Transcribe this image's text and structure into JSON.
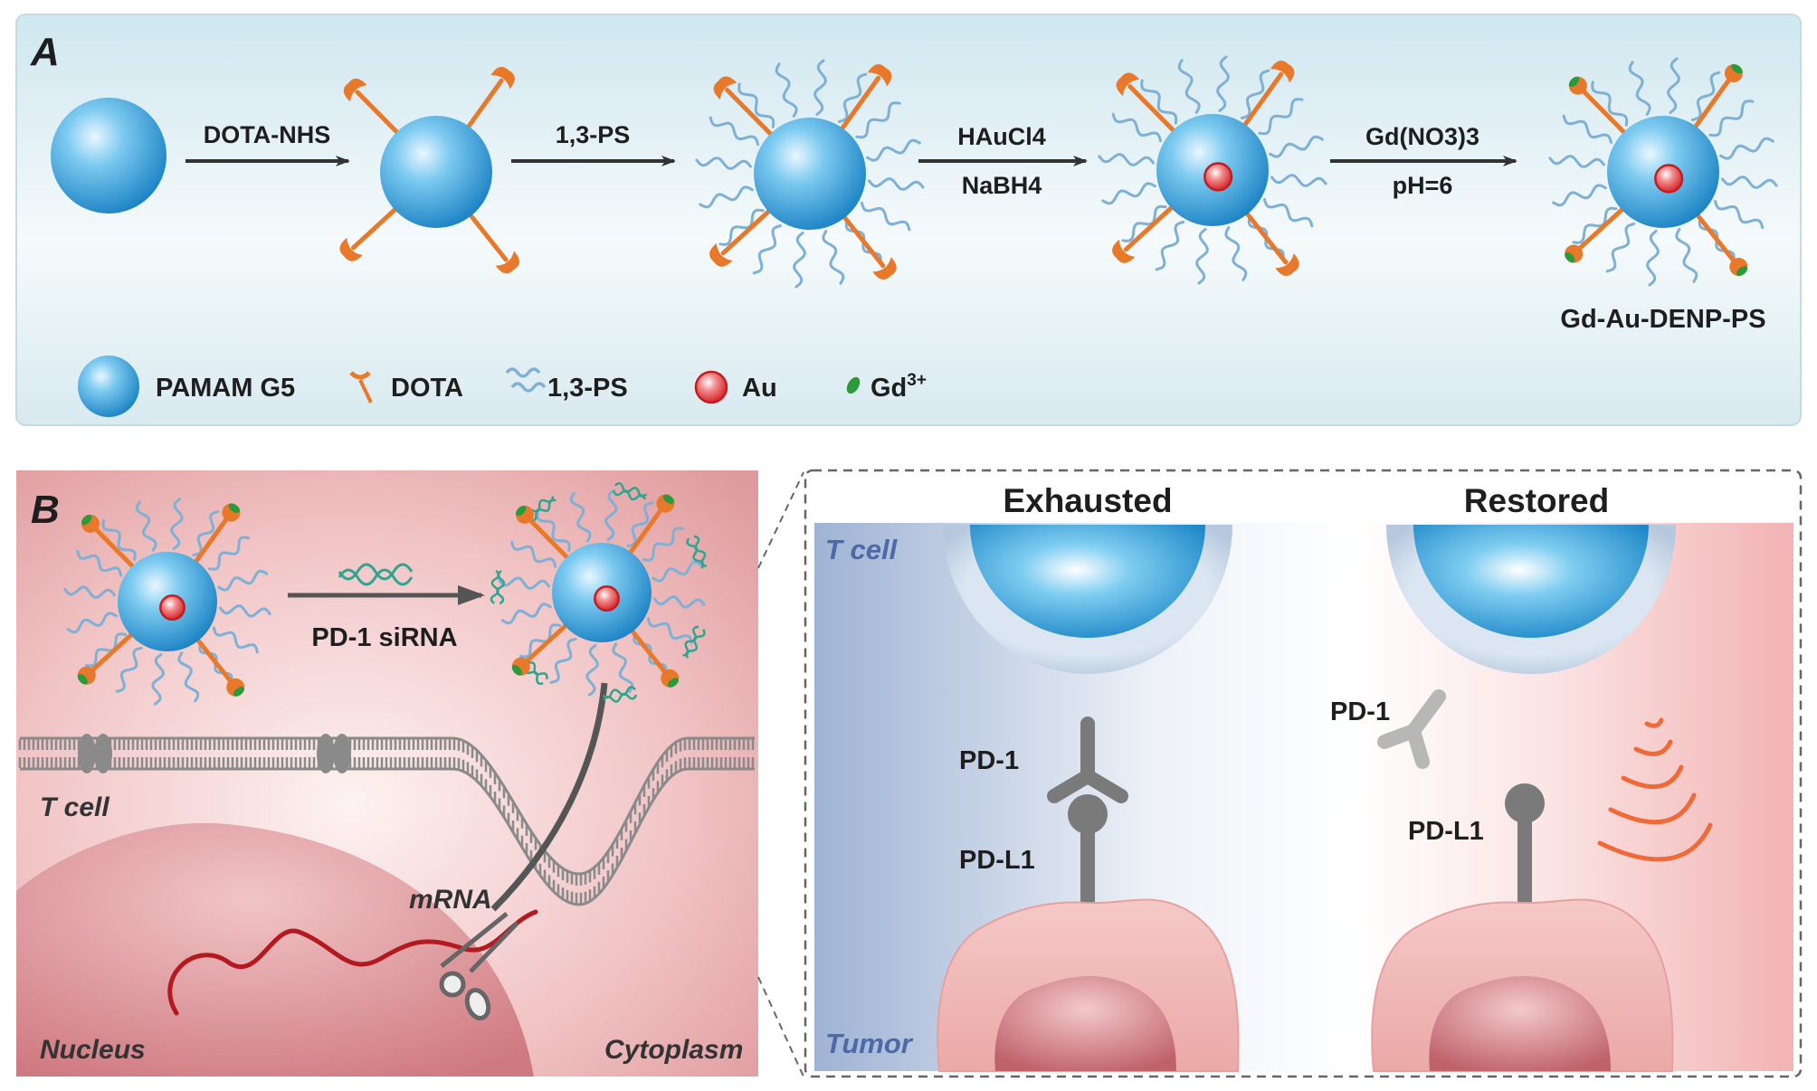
{
  "panel_a": {
    "letter": "A",
    "steps": [
      {
        "top": "DOTA-NHS",
        "bottom": ""
      },
      {
        "top": "1,3-PS",
        "bottom": ""
      },
      {
        "top": "HAuCl4",
        "bottom": "NaBH4"
      },
      {
        "top": "Gd(NO3)3",
        "bottom": "pH=6"
      }
    ],
    "product_label": "Gd-Au-DENP-PS",
    "legend": {
      "pamam": "PAMAM G5",
      "dota": "DOTA",
      "ps": "1,3-PS",
      "au": "Au",
      "gd": "Gd",
      "gd_sup": "3+"
    }
  },
  "panel_b": {
    "letter": "B",
    "arrow_label": "PD-1 siRNA",
    "t_cell": "T cell",
    "mrna": "mRNA",
    "nucleus": "Nucleus",
    "cytoplasm": "Cytoplasm",
    "inset": {
      "exhausted": "Exhausted",
      "restored": "Restored",
      "t_cell": "T cell",
      "tumor": "Tumor",
      "pd1": "PD-1",
      "pdl1": "PD-L1"
    }
  },
  "colors": {
    "dendrimer": "#2aa3dc",
    "dota": "#e8782a",
    "ps": "#7fb0d6",
    "au": "#e0363a",
    "gd": "#2a9a3a",
    "membrane": "#8a8a8a"
  }
}
